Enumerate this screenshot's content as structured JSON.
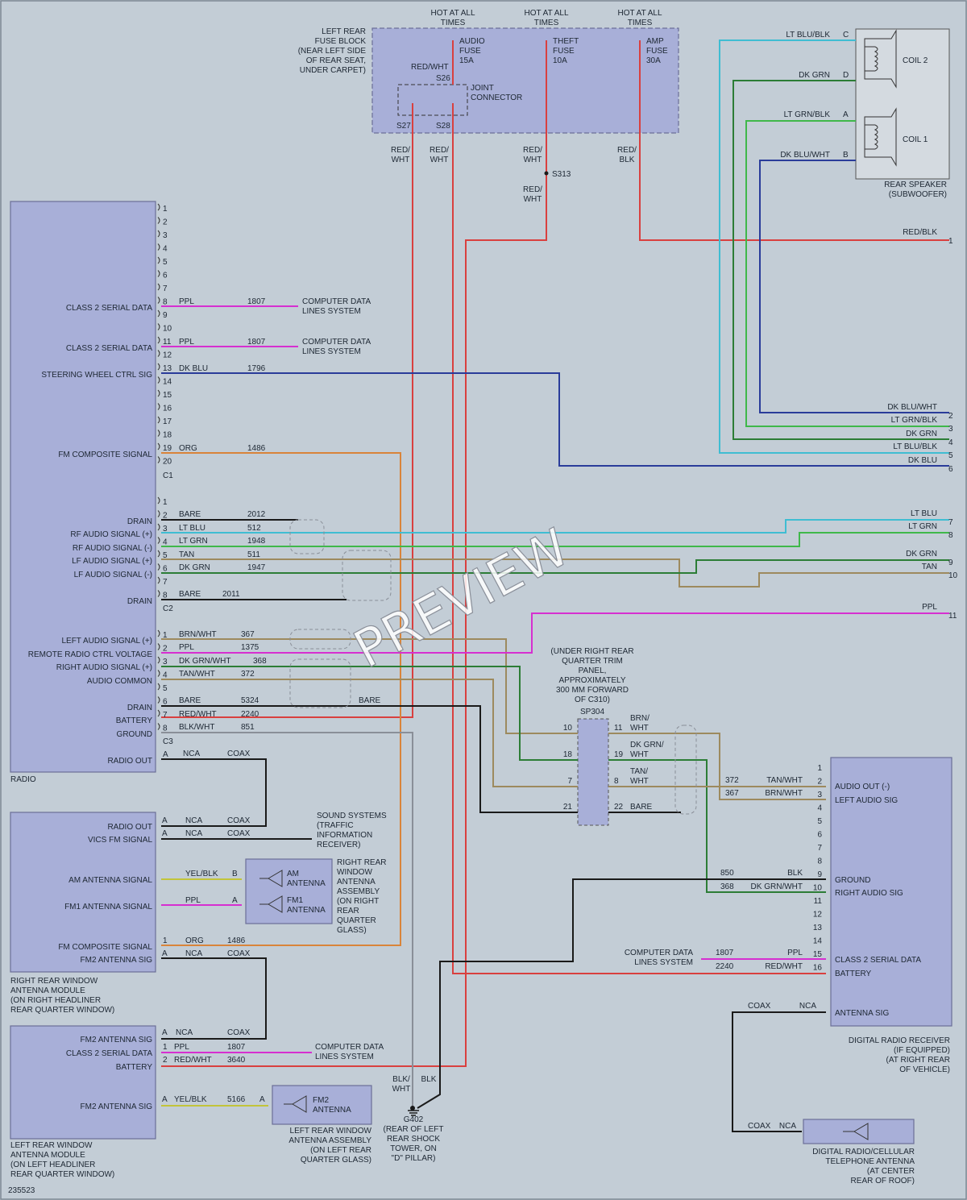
{
  "fuse": {
    "block_label": [
      "LEFT REAR",
      "FUSE BLOCK",
      "(NEAR LEFT SIDE",
      "OF REAR SEAT,",
      "UNDER CARPET)"
    ],
    "hot1": [
      "HOT AT ALL",
      "TIMES"
    ],
    "hot2": [
      "HOT AT ALL",
      "TIMES"
    ],
    "hot3": [
      "HOT AT ALL",
      "TIMES"
    ],
    "audio": [
      "AUDIO",
      "FUSE",
      "15A"
    ],
    "theft": [
      "THEFT",
      "FUSE",
      "10A"
    ],
    "amp": [
      "AMP",
      "FUSE",
      "30A"
    ],
    "joint": [
      "JOINT",
      "CONNECTOR"
    ],
    "s26": "S26",
    "s27": "S27",
    "s28": "S28",
    "s313": "S313",
    "redwht_top": "RED/WHT"
  },
  "vert_labels": {
    "a": [
      "RED/",
      "WHT"
    ],
    "b": [
      "RED/",
      "WHT"
    ],
    "c": [
      "RED/",
      "WHT"
    ],
    "d": [
      "RED/",
      "BLK"
    ],
    "e": [
      "RED/",
      "WHT"
    ]
  },
  "speaker": {
    "coil2": "COIL 2",
    "coil1": "COIL 1",
    "label": [
      "REAR SPEAKER",
      "(SUBWOOFER)"
    ],
    "c_wire": "LT BLU/BLK",
    "c_pin": "C",
    "d_wire": "DK GRN",
    "d_pin": "D",
    "a_wire": "LT GRN/BLK",
    "a_pin": "A",
    "b_wire": "DK BLU/WHT",
    "b_pin": "B"
  },
  "right_edge": [
    {
      "label": "RED/BLK",
      "num": "1"
    },
    {
      "label": "DK BLU/WHT",
      "num": "2"
    },
    {
      "label": "LT GRN/BLK",
      "num": "3"
    },
    {
      "label": "DK GRN",
      "num": "4"
    },
    {
      "label": "LT BLU/BLK",
      "num": "5"
    },
    {
      "label": "DK BLU",
      "num": "6"
    },
    {
      "label": "LT BLU",
      "num": "7"
    },
    {
      "label": "LT GRN",
      "num": "8"
    },
    {
      "label": "DK GRN",
      "num": "9"
    },
    {
      "label": "TAN",
      "num": "10"
    },
    {
      "label": "PPL",
      "num": "11"
    }
  ],
  "radio": {
    "name": "RADIO",
    "c1_pins": [
      "1",
      "2",
      "3",
      "4",
      "5",
      "6",
      "7",
      "8",
      "9",
      "10",
      "11",
      "12",
      "13",
      "14",
      "15",
      "16",
      "17",
      "18",
      "19",
      "20"
    ],
    "c1": "C1",
    "c2": "C2",
    "c3": "C3",
    "c2_pins": [
      "1",
      "2",
      "3",
      "4",
      "5",
      "6",
      "7",
      "8"
    ],
    "c3_pins": [
      "1",
      "2",
      "3",
      "4",
      "5",
      "6",
      "7",
      "8"
    ],
    "class2a": "CLASS 2 SERIAL DATA",
    "class2b": "CLASS 2 SERIAL DATA",
    "steering": "STEERING WHEEL CTRL SIG",
    "fmcomp": "FM COMPOSITE SIGNAL",
    "drain1": "DRAIN",
    "rfpos": "RF AUDIO SIGNAL (+)",
    "rfneg": "RF AUDIO SIGNAL (-)",
    "lfpos": "LF AUDIO SIGNAL (+)",
    "lfneg": "LF AUDIO SIGNAL (-)",
    "drain2": "DRAIN",
    "leftaud": "LEFT AUDIO SIGNAL (+)",
    "remote": "REMOTE RADIO CTRL VOLTAGE",
    "rightaud": "RIGHT AUDIO SIGNAL (+)",
    "audcom": "AUDIO COMMON",
    "drain3": "DRAIN",
    "battery": "BATTERY",
    "ground": "GROUND",
    "radioout": "RADIO OUT",
    "pinA": "A"
  },
  "radio_wires": {
    "w8": [
      "PPL",
      "1807"
    ],
    "w11": [
      "PPL",
      "1807"
    ],
    "w13": [
      "DK BLU",
      "1796"
    ],
    "w19": [
      "ORG",
      "1486"
    ],
    "c2_2": [
      "BARE",
      "2012"
    ],
    "c2_3": [
      "LT BLU",
      "512"
    ],
    "c2_4": [
      "LT GRN",
      "1948"
    ],
    "c2_5": [
      "TAN",
      "511"
    ],
    "c2_6": [
      "DK GRN",
      "1947"
    ],
    "c2_8": [
      "BARE",
      "2011"
    ],
    "c3_1": [
      "BRN/WHT",
      "367"
    ],
    "c3_2": [
      "PPL",
      "1375"
    ],
    "c3_3": [
      "DK GRN/WHT",
      "368"
    ],
    "c3_4": [
      "TAN/WHT",
      "372"
    ],
    "c3_6": [
      "BARE",
      "5324"
    ],
    "c3_7": [
      "RED/WHT",
      "2240"
    ],
    "c3_8": [
      "BLK/WHT",
      "851"
    ],
    "cA": [
      "NCA",
      "COAX"
    ],
    "bare_right": "BARE"
  },
  "cds1": [
    "COMPUTER DATA",
    "LINES SYSTEM"
  ],
  "cds2": [
    "COMPUTER DATA",
    "LINES SYSTEM"
  ],
  "splice": {
    "note": [
      "(UNDER RIGHT REAR",
      "QUARTER TRIM",
      "PANEL,",
      "APPROXIMATELY",
      "300 MM FORWARD",
      "OF C310)"
    ],
    "name": "SP304",
    "l10": "10",
    "l18": "18",
    "l7": "7",
    "l21": "21",
    "r11": "11",
    "r19": "19",
    "r8": "8",
    "r22": "22",
    "w11": [
      "BRN/",
      "WHT"
    ],
    "w19": [
      "DK GRN/",
      "WHT"
    ],
    "w8": [
      "TAN/",
      "WHT"
    ],
    "w22": "BARE"
  },
  "drr": {
    "pins": [
      "1",
      "2",
      "3",
      "4",
      "5",
      "6",
      "7",
      "8",
      "9",
      "10",
      "11",
      "12",
      "13",
      "14",
      "15",
      "16"
    ],
    "audout": "AUDIO OUT (-)",
    "leftaud": "LEFT AUDIO SIG",
    "ground": "GROUND",
    "rightaud": "RIGHT AUDIO SIG",
    "class2": "CLASS 2 SERIAL DATA",
    "battery": "BATTERY",
    "antsig": "ANTENNA SIG",
    "label": [
      "DIGITAL RADIO RECEIVER",
      "(IF EQUIPPED)",
      "(AT RIGHT REAR",
      "OF VEHICLE)"
    ],
    "w2": [
      "372",
      "TAN/WHT"
    ],
    "w3": [
      "367",
      "BRN/WHT"
    ],
    "w9": [
      "850",
      "BLK"
    ],
    "w10": [
      "368",
      "DK GRN/WHT"
    ],
    "w15": [
      "1807",
      "PPL"
    ],
    "w16": [
      "2240",
      "RED/WHT"
    ],
    "wAnt": [
      "COAX",
      "NCA"
    ],
    "cds": [
      "COMPUTER DATA",
      "LINES SYSTEM"
    ]
  },
  "cell": {
    "label": [
      "DIGITAL RADIO/CELLULAR",
      "TELEPHONE ANTENNA",
      "(AT CENTER",
      "REAR OF ROOF)"
    ],
    "w": [
      "COAX",
      "NCA"
    ]
  },
  "rrw": {
    "radioout": "RADIO OUT",
    "vics": "VICS FM SIGNAL",
    "am": "AM ANTENNA SIGNAL",
    "fm1": "FM1 ANTENNA SIGNAL",
    "fmcomp": "FM COMPOSITE SIGNAL",
    "fm2": "FM2 ANTENNA SIG",
    "label": [
      "RIGHT REAR WINDOW",
      "ANTENNA MODULE",
      "(ON RIGHT HEADLINER",
      "REAR QUARTER WINDOW)"
    ],
    "wA1": [
      "A",
      "NCA",
      "COAX"
    ],
    "wA2": [
      "A",
      "NCA",
      "COAX"
    ],
    "wB": [
      "YEL/BLK",
      "B"
    ],
    "wA3": [
      "PPL",
      "A"
    ],
    "w1": [
      "1",
      "ORG",
      "1486"
    ],
    "wA4": [
      "A",
      "NCA",
      "COAX"
    ],
    "sss": [
      "SOUND SYSTEMS",
      "(TRAFFIC",
      "INFORMATION",
      "RECEIVER)"
    ]
  },
  "rra": {
    "am": [
      "AM",
      "ANTENNA"
    ],
    "fm1": [
      "FM1",
      "ANTENNA"
    ],
    "label": [
      "RIGHT REAR",
      "WINDOW",
      "ANTENNA",
      "ASSEMBLY",
      "(ON RIGHT",
      "REAR",
      "QUARTER",
      "GLASS)"
    ]
  },
  "lrw": {
    "fm2a": "FM2 ANTENNA SIG",
    "class2": "CLASS 2 SERIAL DATA",
    "battery": "BATTERY",
    "fm2b": "FM2 ANTENNA SIG",
    "label": [
      "LEFT REAR WINDOW",
      "ANTENNA MODULE",
      "(ON LEFT HEADLINER",
      "REAR QUARTER WINDOW)"
    ],
    "wA1": [
      "A",
      "NCA",
      "COAX"
    ],
    "w1": [
      "1",
      "PPL",
      "1807"
    ],
    "w2": [
      "2",
      "RED/WHT",
      "3640"
    ],
    "wA2": [
      "A",
      "YEL/BLK",
      "5166",
      "A"
    ]
  },
  "lra": {
    "fm2": [
      "FM2",
      "ANTENNA"
    ],
    "label": [
      "LEFT REAR WINDOW",
      "ANTENNA ASSEMBLY",
      "(ON LEFT REAR",
      "QUARTER GLASS)"
    ]
  },
  "ground": {
    "w1": [
      "BLK/",
      "WHT"
    ],
    "w2": "BLK",
    "label": [
      "G402",
      "(REAR OF LEFT",
      "REAR SHOCK",
      "TOWER, ON",
      "\"D\" PILLAR)"
    ]
  },
  "diagram_id": "235523",
  "watermark": "PREVIEW",
  "colors": {
    "red": "#d9403f",
    "magenta": "#d62fd0",
    "dkblu": "#2a3c9a",
    "orange": "#d9843a",
    "ltblu": "#3fbdd2",
    "ltgrn": "#3fb84a",
    "tan": "#9d8a5e",
    "dkgrn": "#2c7d36",
    "black": "#1a1a1a",
    "yellow": "#c2c43a",
    "gray": "#8a8f98"
  }
}
